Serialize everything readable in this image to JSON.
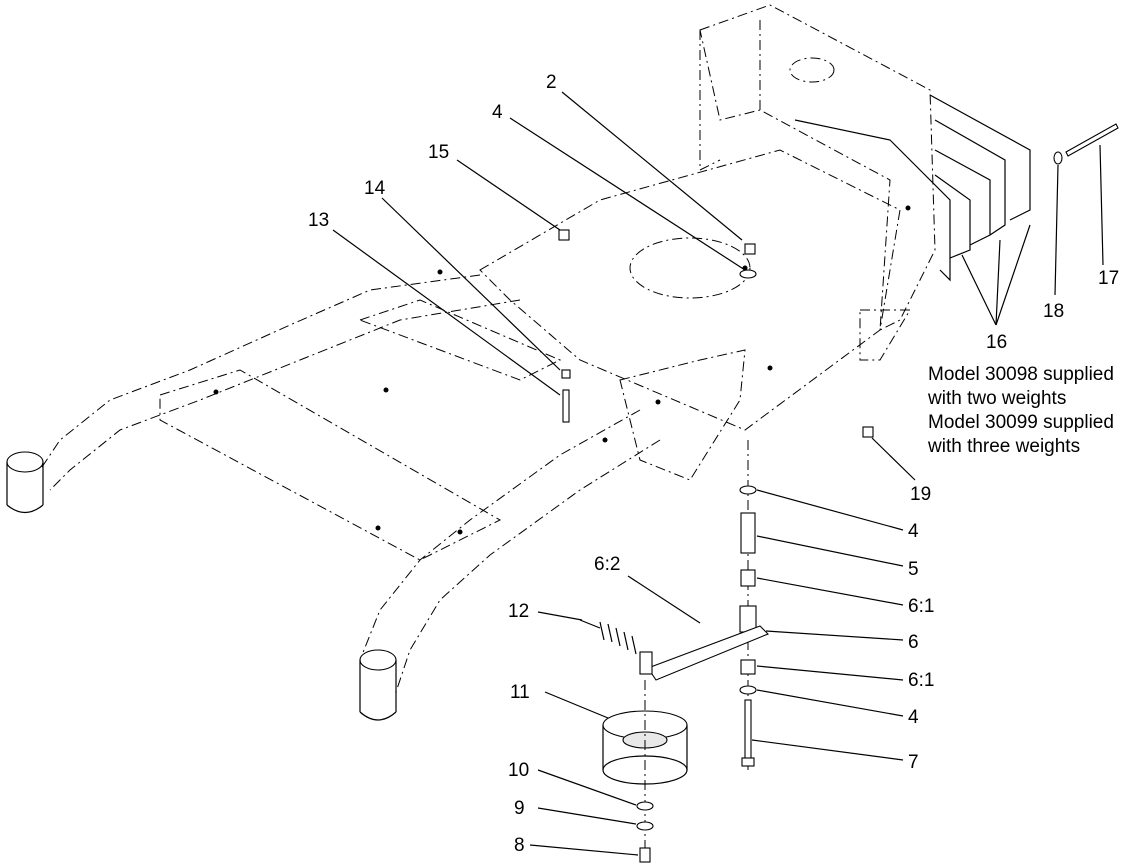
{
  "diagram": {
    "callouts": {
      "c2": "2",
      "c4a": "4",
      "c15": "15",
      "c14": "14",
      "c13": "13",
      "c17": "17",
      "c18": "18",
      "c16": "16",
      "c19": "19",
      "c4b": "4",
      "c5": "5",
      "c6_2": "6:2",
      "c6_1a": "6:1",
      "c12": "12",
      "c6": "6",
      "c6_1b": "6:1",
      "c11": "11",
      "c4c": "4",
      "c7": "7",
      "c10": "10",
      "c9": "9",
      "c8": "8"
    },
    "note": {
      "line1": "Model 30098 supplied",
      "line2": "with two weights",
      "line3": "Model 30099 supplied",
      "line4": "with three weights"
    }
  }
}
